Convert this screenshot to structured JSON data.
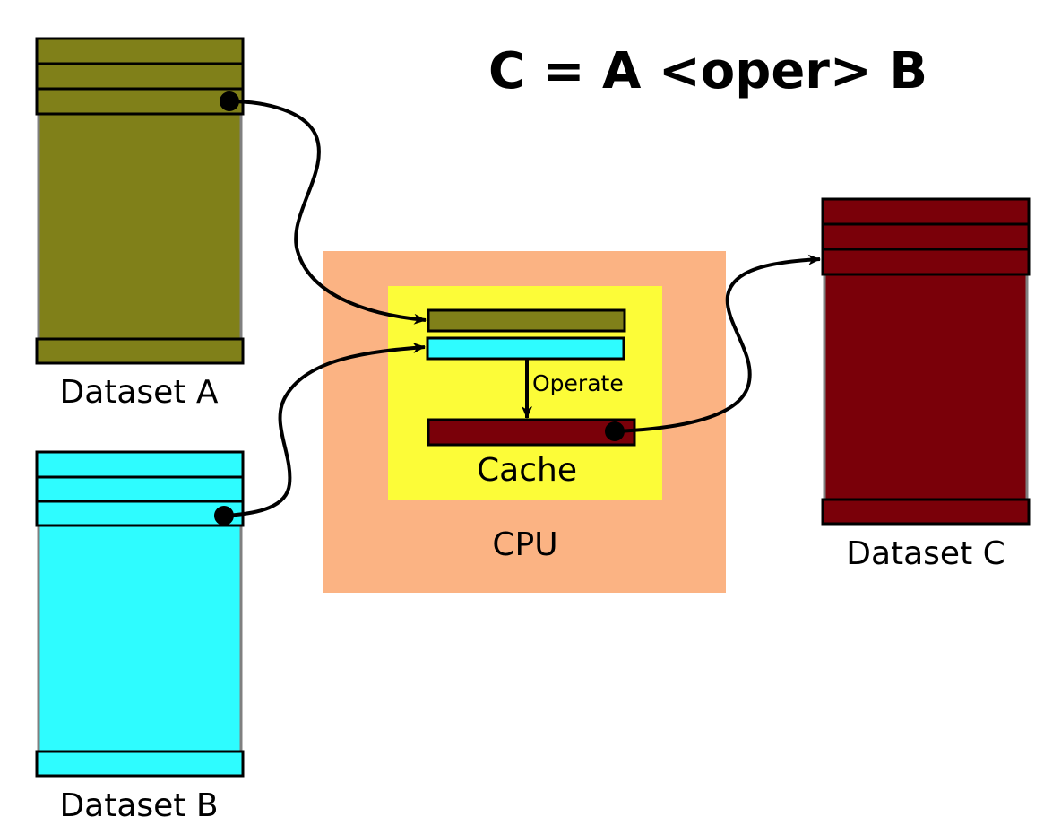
{
  "title": "C = A <oper> B",
  "datasets": {
    "a": {
      "label": "Dataset A",
      "color": "#808019"
    },
    "b": {
      "label": "Dataset B",
      "color": "#2efcff"
    },
    "c": {
      "label": "Dataset C",
      "color": "#7a0009"
    }
  },
  "cpu": {
    "label": "CPU",
    "color": "#fbb383"
  },
  "cache": {
    "label": "Cache",
    "color": "#fcfc38"
  },
  "operate_label": "Operate",
  "colors": {
    "outline": "#000000",
    "column_side": "#808080"
  }
}
